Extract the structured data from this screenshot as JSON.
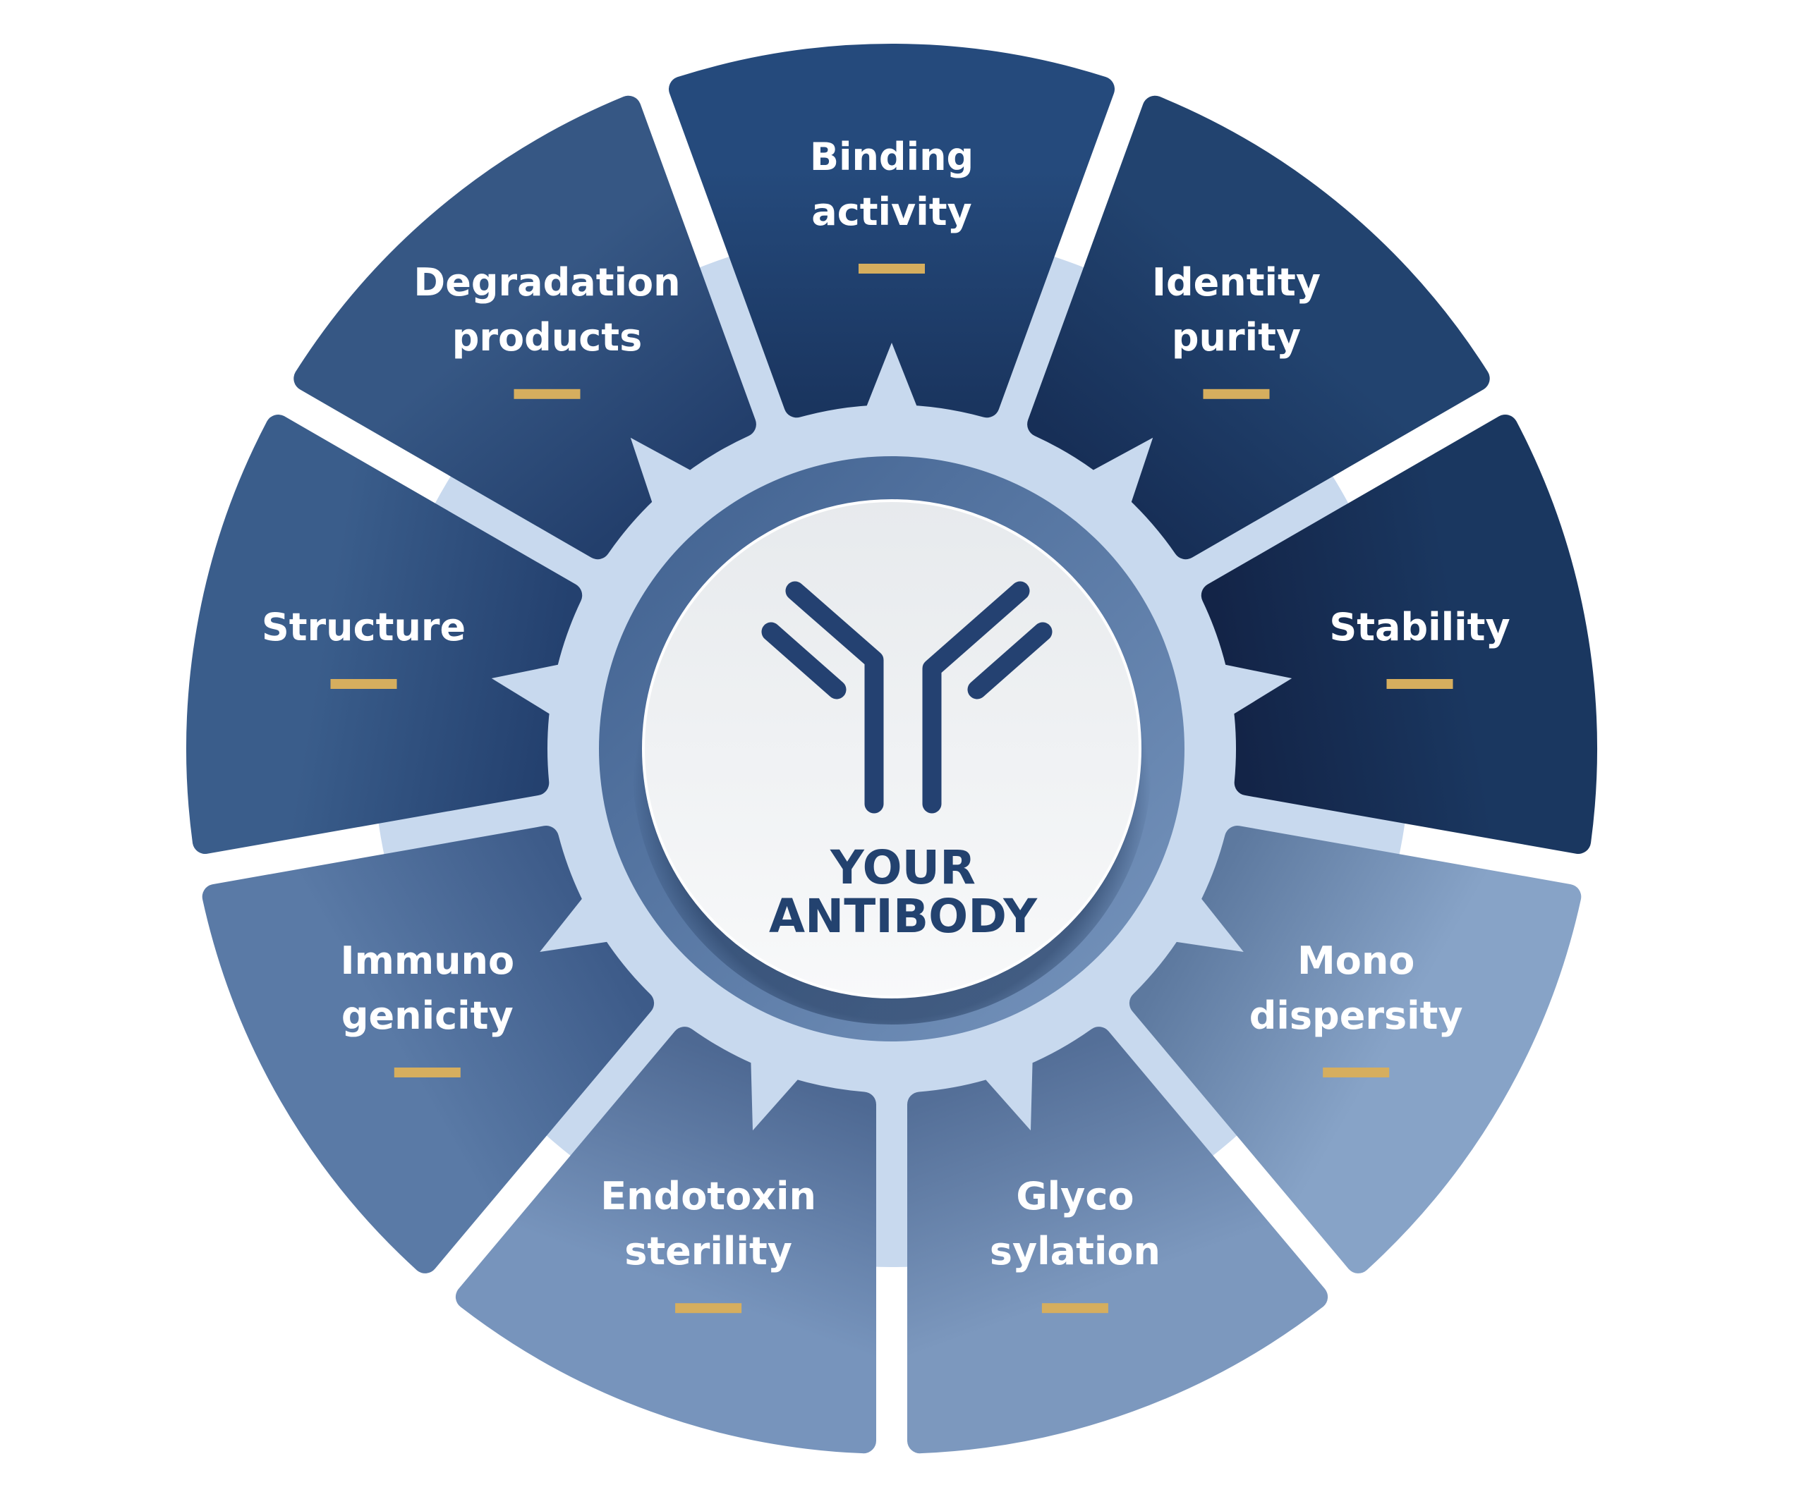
{
  "diagram": {
    "center": {
      "title_line1": "YOUR",
      "title_line2": "ANTIBODY",
      "icon": "antibody-y-icon"
    },
    "colors": {
      "background": "#FFFFFF",
      "hub_disc": "#C8D9EE",
      "ring_dark": "#3E5F8E",
      "ring_light": "#7896BE",
      "center_disc_top": "#E7EAED",
      "center_disc_bottom": "#F8F9FA",
      "antibody_icon": "#244171",
      "center_text": "#23426F",
      "label_text": "#FFFFFF",
      "accent_bar": "#D6AE5E"
    },
    "segments": [
      {
        "id": "binding-activity",
        "lines": [
          "Binding",
          "activity"
        ],
        "angle": -90,
        "color_a": "#254A7C",
        "color_b": "#1A355F"
      },
      {
        "id": "identity-purity",
        "lines": [
          "Identity",
          "purity"
        ],
        "angle": -50,
        "color_a": "#22436F",
        "color_b": "#172F57"
      },
      {
        "id": "stability",
        "lines": [
          "Stability"
        ],
        "angle": -10,
        "color_a": "#1A3760",
        "color_b": "#132447"
      },
      {
        "id": "mono-dispersity",
        "lines": [
          "Mono",
          "dispersity"
        ],
        "angle": 30,
        "color_a": "#87A3C7",
        "color_b": "#5D799F"
      },
      {
        "id": "glycosylation",
        "lines": [
          "Glyco",
          "sylation"
        ],
        "angle": 70,
        "color_a": "#7C98BE",
        "color_b": "#546F98"
      },
      {
        "id": "endotoxin-sterility",
        "lines": [
          "Endotoxin",
          "sterility"
        ],
        "angle": 110,
        "color_a": "#7794BC",
        "color_b": "#4E6993"
      },
      {
        "id": "immunogenicity",
        "lines": [
          "Immuno",
          "genicity"
        ],
        "angle": 150,
        "color_a": "#5A7AA6",
        "color_b": "#3D5B89"
      },
      {
        "id": "structure",
        "lines": [
          "Structure"
        ],
        "angle": 190,
        "color_a": "#3A5D8B",
        "color_b": "#24416F"
      },
      {
        "id": "degradation-products",
        "lines": [
          "Degradation",
          "products"
        ],
        "angle": 230,
        "color_a": "#365784",
        "color_b": "#233F6C"
      }
    ]
  }
}
